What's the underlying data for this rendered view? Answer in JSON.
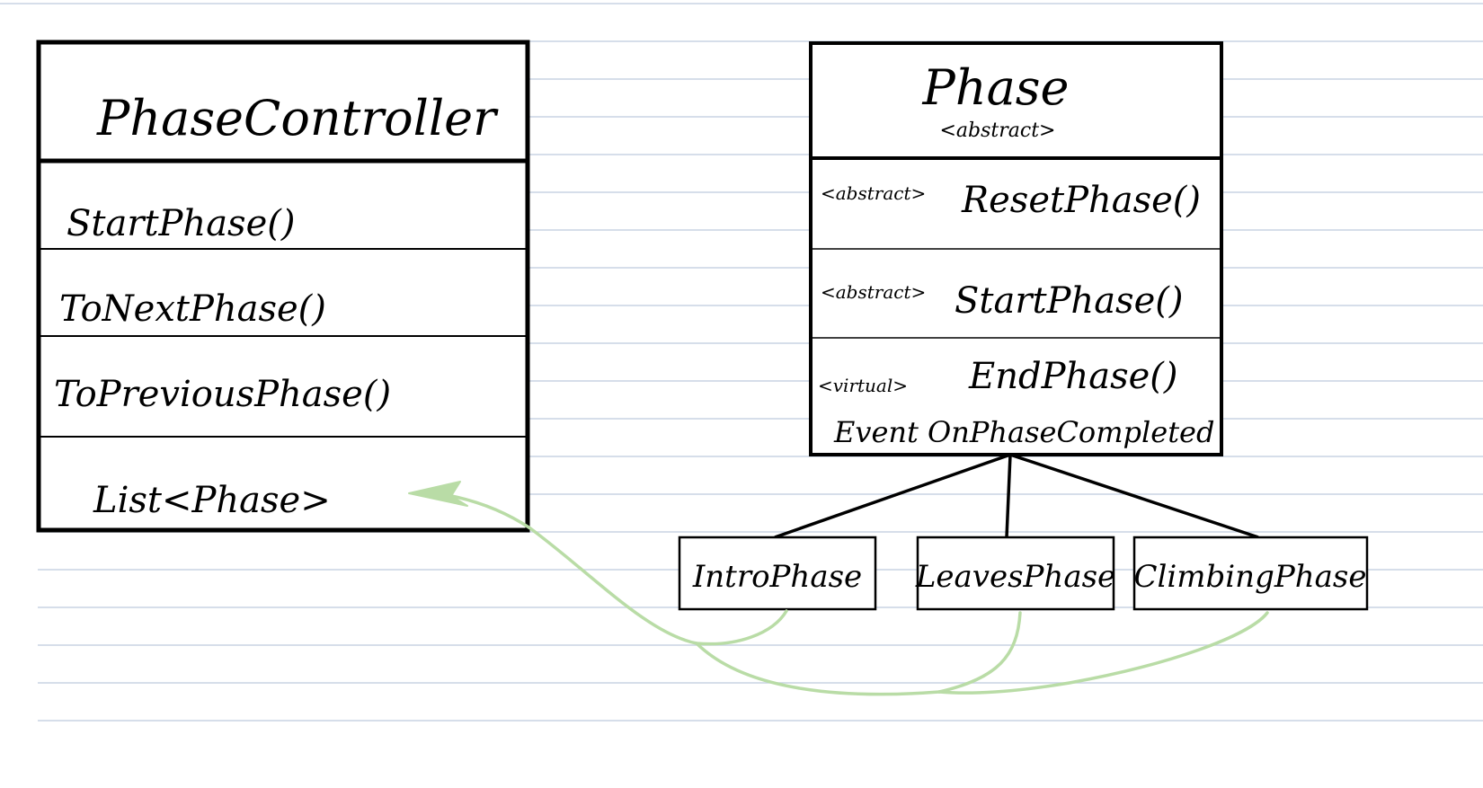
{
  "diagram": {
    "phase_controller": {
      "title": "PhaseController",
      "methods": [
        "StartPhase()",
        "ToNextPhase()",
        "ToPreviousPhase()"
      ],
      "field": "List<Phase>"
    },
    "phase": {
      "title": "Phase",
      "stereotype": "<abstract>",
      "members": [
        {
          "modifier": "<abstract>",
          "name": "ResetPhase()"
        },
        {
          "modifier": "<abstract>",
          "name": "StartPhase()"
        },
        {
          "modifier": "<virtual>",
          "name": "EndPhase()"
        }
      ],
      "event": "Event OnPhaseCompleted"
    },
    "subclasses": [
      "IntroPhase",
      "LeavesPhase",
      "ClimbingPhase"
    ],
    "colors": {
      "ink": "#000000",
      "ruled_line": "#c9d3e3",
      "connector": "#b9dca6"
    }
  }
}
